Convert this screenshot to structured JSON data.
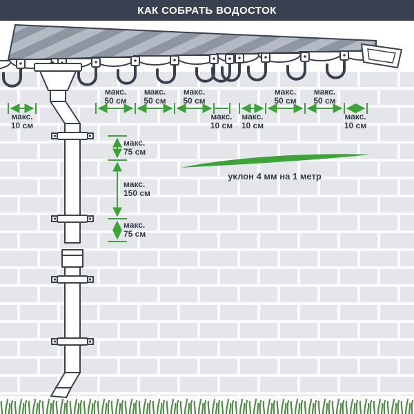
{
  "header": {
    "title": "КАК СОБРАТЬ ВОДОСТОК"
  },
  "colors": {
    "accent_green": "#3da339",
    "header_bg": "#394050",
    "outline_dark": "#39404e",
    "grass_green": "#4f8c46"
  },
  "dims": {
    "spacing": [
      {
        "prefix": "макс.",
        "value": "50 см"
      },
      {
        "prefix": "макс.",
        "value": "50 см"
      },
      {
        "prefix": "макс.",
        "value": "50 см"
      },
      {
        "prefix": "макс.",
        "value": "50 см"
      },
      {
        "prefix": "макс.",
        "value": "50 см"
      }
    ],
    "offsets": [
      {
        "prefix": "макс.",
        "value": "10 см"
      },
      {
        "prefix": "макс.",
        "value": "10 см"
      },
      {
        "prefix": "макс.",
        "value": "10 см"
      },
      {
        "prefix": "макс.",
        "value": "10 см"
      }
    ],
    "pipe": [
      {
        "prefix": "макс.",
        "value": "75 см"
      },
      {
        "prefix": "макс.",
        "value": "150 см"
      },
      {
        "prefix": "макс.",
        "value": "75 см"
      }
    ],
    "slope": {
      "label": "уклон 4 мм на 1 метр"
    }
  }
}
